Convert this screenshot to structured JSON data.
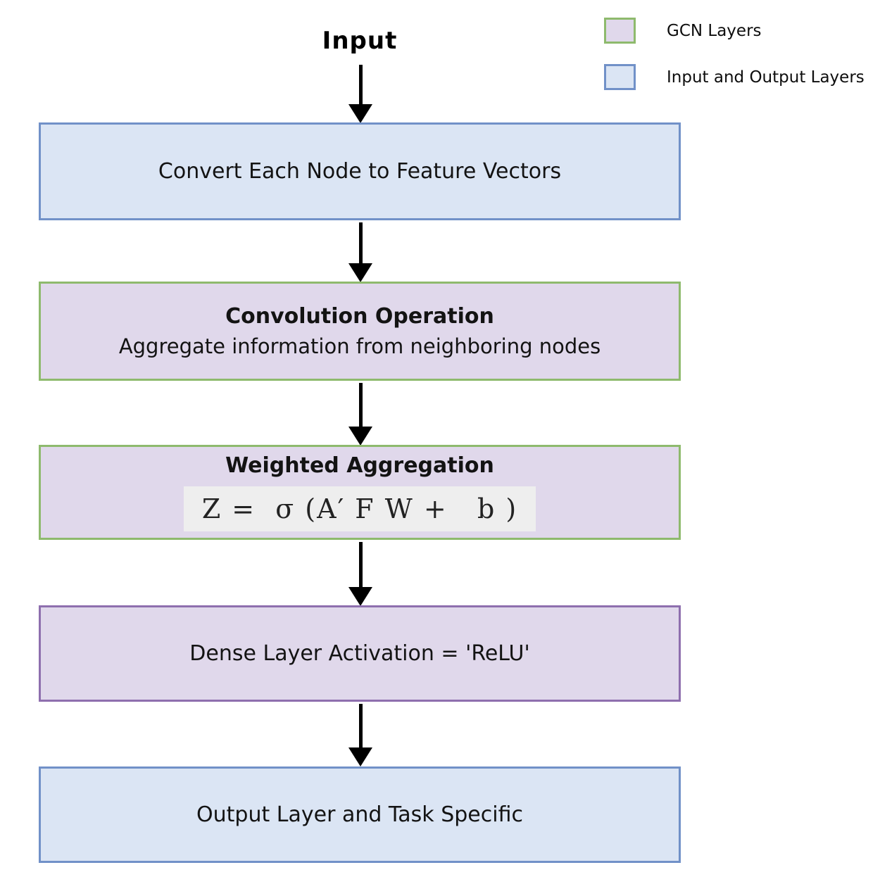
{
  "title": "Input",
  "legend": {
    "gcn_label": "GCN Layers",
    "io_label": "Input and Output Layers"
  },
  "boxes": {
    "convert": {
      "text": "Convert Each Node to Feature Vectors"
    },
    "convolution": {
      "heading": "Convolution Operation",
      "subtext": "Aggregate information from neighboring nodes"
    },
    "weighted": {
      "heading": "Weighted Aggregation",
      "formula": "Z =  σ (A′ F W +   b )"
    },
    "dense": {
      "text": "Dense Layer Activation = 'ReLU'"
    },
    "output": {
      "text": "Output Layer and Task Specific"
    }
  },
  "colors": {
    "io_fill": "#dbe5f4",
    "io_border": "#7191c8",
    "gcn_fill": "#e0d8eb",
    "gcn_border": "#8eba6d",
    "dense_border": "#8e6fae",
    "formula_background": "#eeeeee",
    "arrow": "#000000"
  }
}
